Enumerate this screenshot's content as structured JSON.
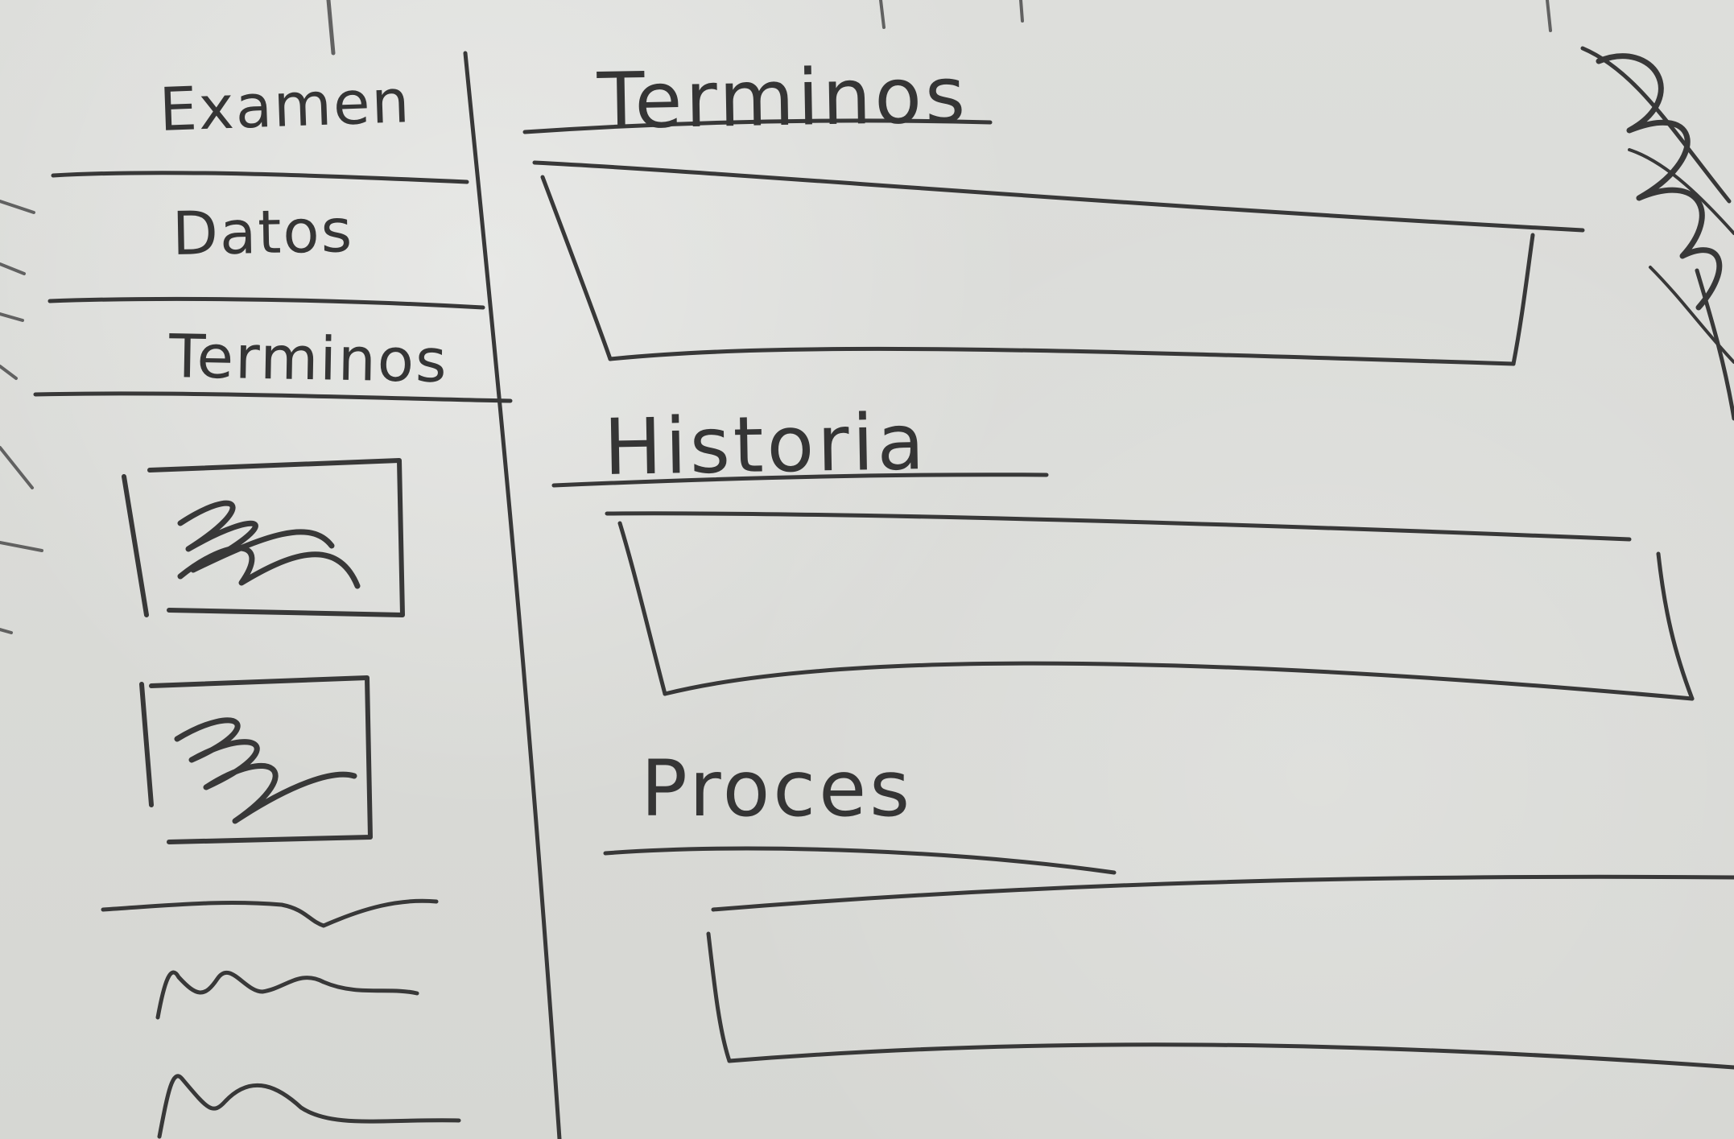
{
  "sidebar": {
    "items": [
      {
        "label": "Examen"
      },
      {
        "label": "Datos"
      },
      {
        "label": "Terminos"
      }
    ],
    "image_icons": [
      "image-placeholder-icon",
      "image-placeholder-icon"
    ]
  },
  "main": {
    "sections": [
      {
        "title": "Terminos"
      },
      {
        "title": "Historia"
      },
      {
        "title": "Proces"
      }
    ]
  },
  "colors": {
    "paper": "#d9dad6",
    "ink": "#383838"
  }
}
